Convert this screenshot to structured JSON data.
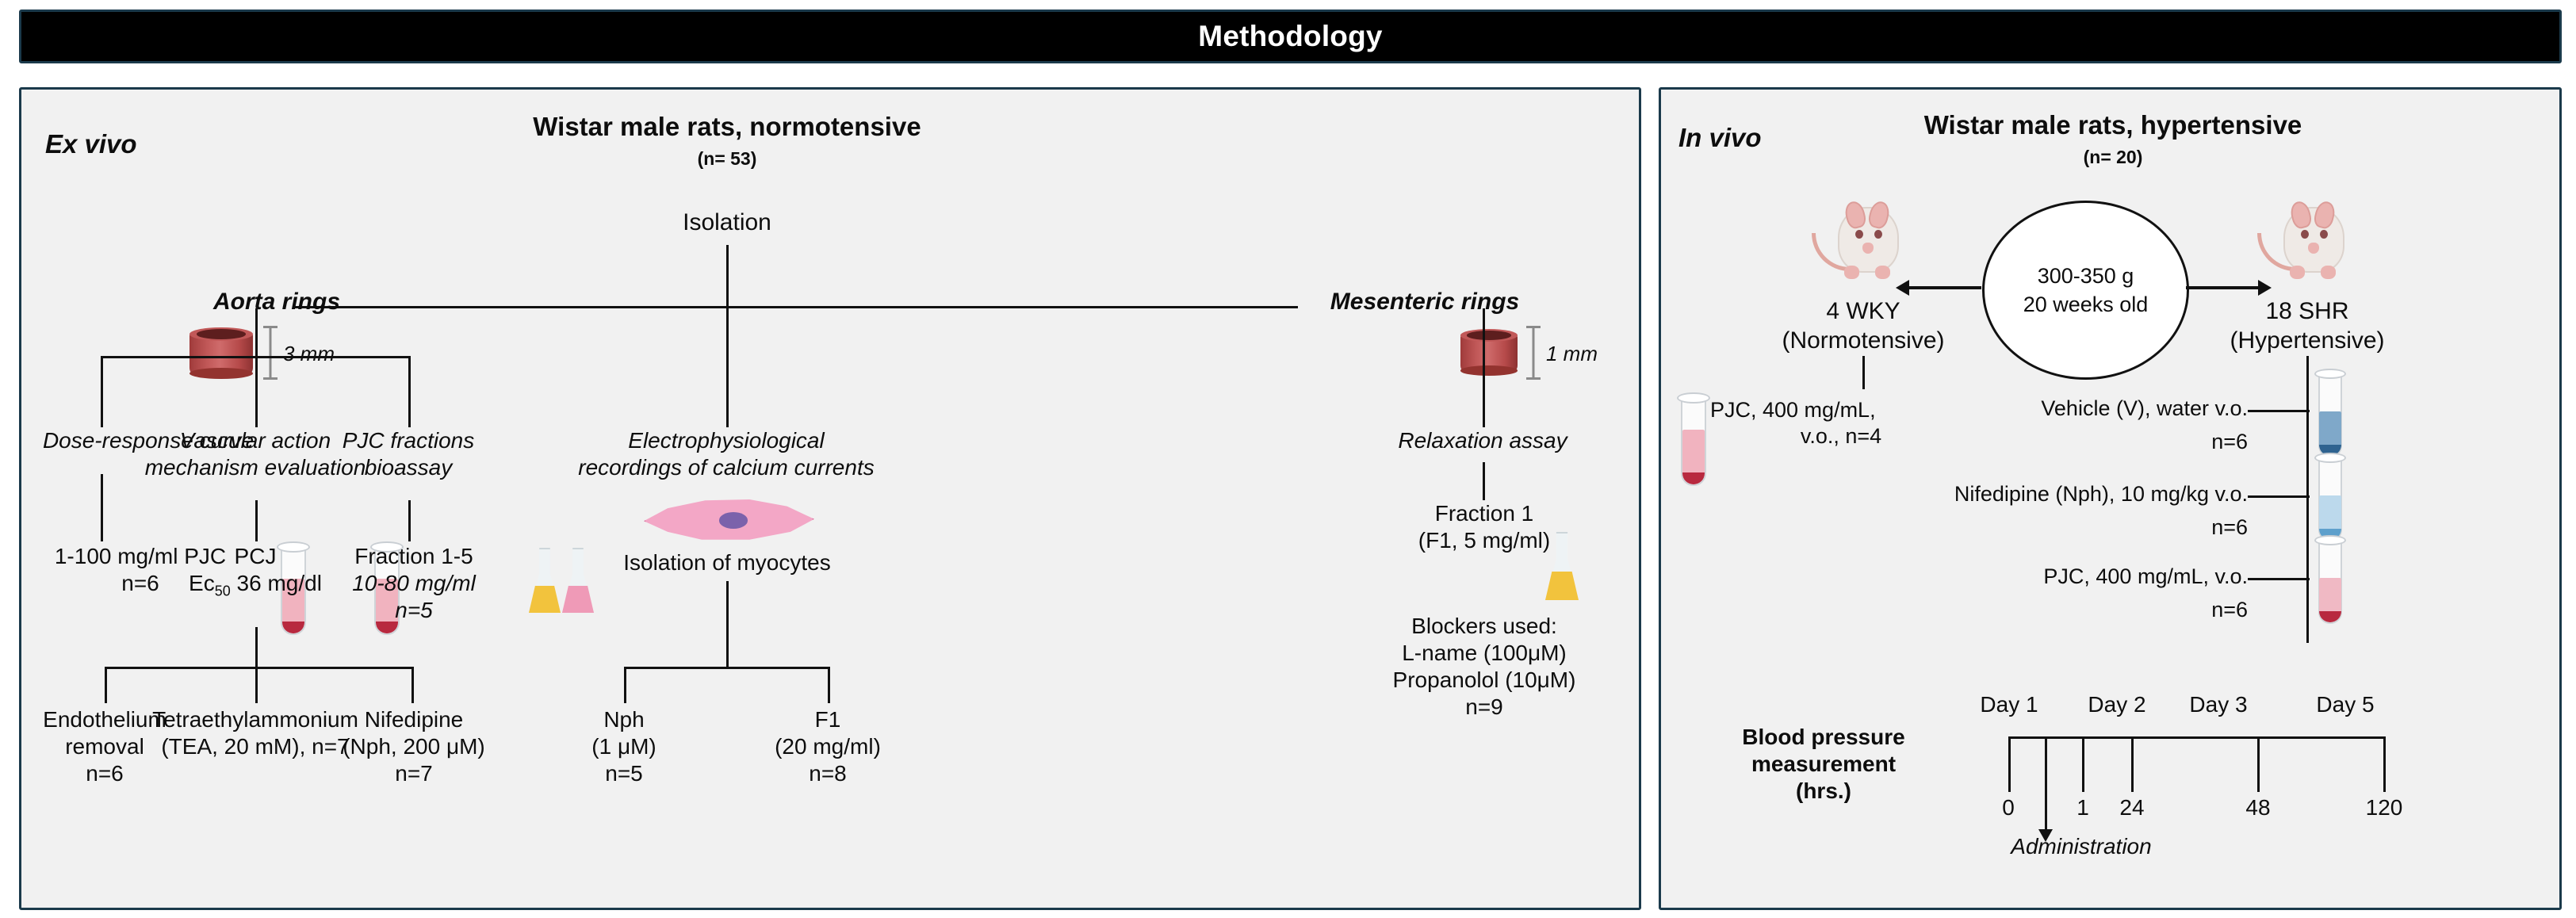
{
  "title": "Methodology",
  "exvivo": {
    "tag": "Ex vivo",
    "header_main": "Wistar male rats, normotensive",
    "header_n": "(n= 53)",
    "isolation": "Isolation",
    "aorta_rings": "Aorta rings",
    "aorta_size": "3 mm",
    "mesenteric_rings": "Mesenteric rings",
    "mesenteric_size": "1 mm",
    "branches": {
      "dose_response": "Dose-response curve",
      "vascular_l1": "Vascular action",
      "vascular_l2": "mechanism evaluation",
      "pjc_fractions_l1": "PJC fractions",
      "pjc_fractions_l2": "bioassay",
      "electro_l1": "Electrophysiological",
      "electro_l2": "recordings of calcium currents",
      "relaxation": "Relaxation assay"
    },
    "dose": {
      "line1": "1-100 mg/ml PJC",
      "line2": "n=6"
    },
    "pcj": {
      "line1": "PCJ",
      "line2_pre": "Ec",
      "line2_sub": "50",
      "line2_post": " 36 mg/dl"
    },
    "fraction15": {
      "line1": "Fraction 1-5",
      "line2": "10-80 mg/ml",
      "line3": "n=5"
    },
    "myocytes": "Isolation of myocytes",
    "fraction1": {
      "line1": "Fraction 1",
      "line2": "(F1, 5 mg/ml)"
    },
    "blockers": {
      "title": "Blockers used:",
      "l_name": "L-name (100μM)",
      "propanolol": "Propanolol (10μM)",
      "n": "n=9"
    },
    "leaves": {
      "endothelium_l1": "Endothelium",
      "endothelium_l2": "removal",
      "endothelium_l3": "n=6",
      "tea_l1": "Tetraethylammonium",
      "tea_l2": "(TEA, 20 mM), n=7",
      "nifedipine_l1": "Nifedipine",
      "nifedipine_l2": "(Nph, 200 μM)",
      "nifedipine_l3": "n=7",
      "nph_l1": "Nph",
      "nph_l2": "(1 μM)",
      "nph_l3": "n=5",
      "f1_l1": "F1",
      "f1_l2": "(20 mg/ml)",
      "f1_l3": "n=8"
    }
  },
  "invivo": {
    "tag": "In vivo",
    "header_main": "Wistar male rats, hypertensive",
    "header_n": "(n= 20)",
    "weight": "300-350 g",
    "age": "20 weeks old",
    "left_group_l1": "4 WKY",
    "left_group_l2": "(Normotensive)",
    "right_group_l1": "18 SHR",
    "right_group_l2": "(Hypertensive)",
    "wky_treatment_l1": "PJC, 400 mg/mL,",
    "wky_treatment_l2": "v.o., n=4",
    "treatments": [
      {
        "label": "Vehicle (V), water v.o.",
        "n": "n=6",
        "tube_color": "#7fa8c9",
        "tube_dreg": "#2f6390"
      },
      {
        "label": "Nifedipine (Nph), 10 mg/kg v.o.",
        "n": "n=6",
        "tube_color": "#bcd9ec",
        "tube_dreg": "#5ea0cc"
      },
      {
        "label": "PJC, 400 mg/mL, v.o.",
        "n": "n=6",
        "tube_color": "#f0b9c4",
        "tube_dreg": "#b8293f"
      }
    ],
    "bp_label_l1": "Blood pressure",
    "bp_label_l2": "measurement",
    "bp_label_l3": "(hrs.)",
    "administration": "Administration",
    "timeline": {
      "days": [
        "Day 1",
        "Day 2",
        "Day 3",
        "Day 5"
      ],
      "hours": [
        "0",
        "1",
        "24",
        "48",
        "120"
      ]
    }
  }
}
